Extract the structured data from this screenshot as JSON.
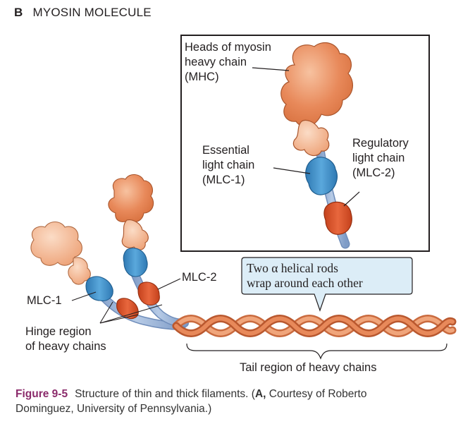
{
  "panel": {
    "letter": "B",
    "title": "MYOSIN MOLECULE"
  },
  "labels": {
    "heads_line1": "Heads of myosin",
    "heads_line2": "heavy chain",
    "heads_line3": "(MHC)",
    "essential_line1": "Essential",
    "essential_line2": "light chain",
    "essential_line3": "(MLC-1)",
    "regulatory_line1": "Regulatory",
    "regulatory_line2": "light chain",
    "regulatory_line3": "(MLC-2)",
    "mlc2": "MLC-2",
    "mlc1": "MLC-1",
    "hinge_line1": "Hinge region",
    "hinge_line2": "of heavy chains",
    "callout_line1": "Two α helical rods",
    "callout_line2": "wrap around each other",
    "tail": "Tail region of heavy chains"
  },
  "caption": {
    "figure_number": "Figure 9-5",
    "text_before": "Structure of thin and thick filaments. (",
    "bold_letter": "A,",
    "text_after": " Courtesy of Roberto",
    "line2": "Dominguez, University of Pennsylvania.)"
  },
  "colors": {
    "head": "#e8895a",
    "head_light": "#f2b48e",
    "essential_light_chain": "#3d8fc9",
    "regulatory_light_chain": "#d9532a",
    "rod": "#93aed6",
    "callout_fill": "#dcedf7",
    "caption_figure_number": "#8b2b6b"
  }
}
